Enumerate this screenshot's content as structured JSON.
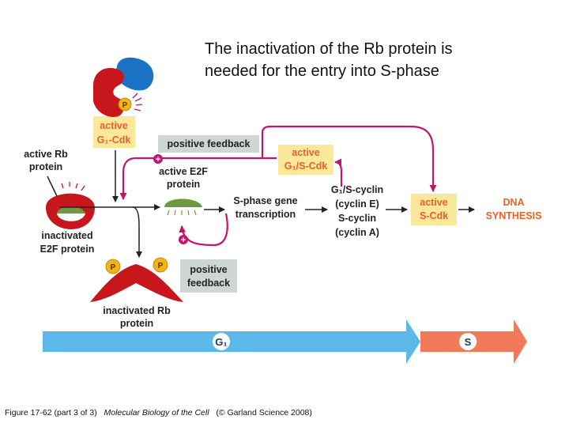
{
  "title": {
    "line1": "The inactivation of the Rb protein is",
    "line2": "needed for the entry into S-phase"
  },
  "labels": {
    "active_g1_cdk_1": "active",
    "active_g1_cdk_2": "G₁-Cdk",
    "positive_feedback_top": "positive feedback",
    "active_g1s_cdk_1": "active",
    "active_g1s_cdk_2": "G₁/S-Cdk",
    "active_rb_1": "active Rb",
    "active_rb_2": "protein",
    "active_e2f_1": "active E2F",
    "active_e2f_2": "protein",
    "sphase_gene_1": "S-phase gene",
    "sphase_gene_2": "transcription",
    "cyclins_1": "G₁/S-cyclin",
    "cyclins_2": "(cyclin E)",
    "cyclins_3": "S-cyclin",
    "cyclins_4": "(cyclin A)",
    "active_scdk_1": "active",
    "active_scdk_2": "S-Cdk",
    "dna_synth_1": "DNA",
    "dna_synth_2": "SYNTHESIS",
    "inact_e2f_1": "inactivated",
    "inact_e2f_2": "E2F protein",
    "positive_feedback_bottom_1": "positive",
    "positive_feedback_bottom_2": "feedback",
    "inact_rb_1": "inactivated Rb",
    "inact_rb_2": "protein",
    "phospho": "P",
    "plus": "+",
    "phase_g1": "G₁",
    "phase_s": "S"
  },
  "caption": {
    "part1": "Figure 17-62 (part 3 of 3)",
    "book": "Molecular Biology of the Cell",
    "part2": "(© Garland Science 2008)"
  },
  "colors": {
    "orange_label": "#e8622a",
    "magenta_arrow": "#c0166e",
    "yellow_box": "#fbe89a",
    "gray_box": "#cfd4d4",
    "rb_red": "#c8161d",
    "cdk_blue": "#1a73c4",
    "e2f_green": "#6e9a3d",
    "phospho_yellow": "#f2b417",
    "g1_arrow": "#5bb8e8",
    "s_arrow": "#f07a5a"
  }
}
